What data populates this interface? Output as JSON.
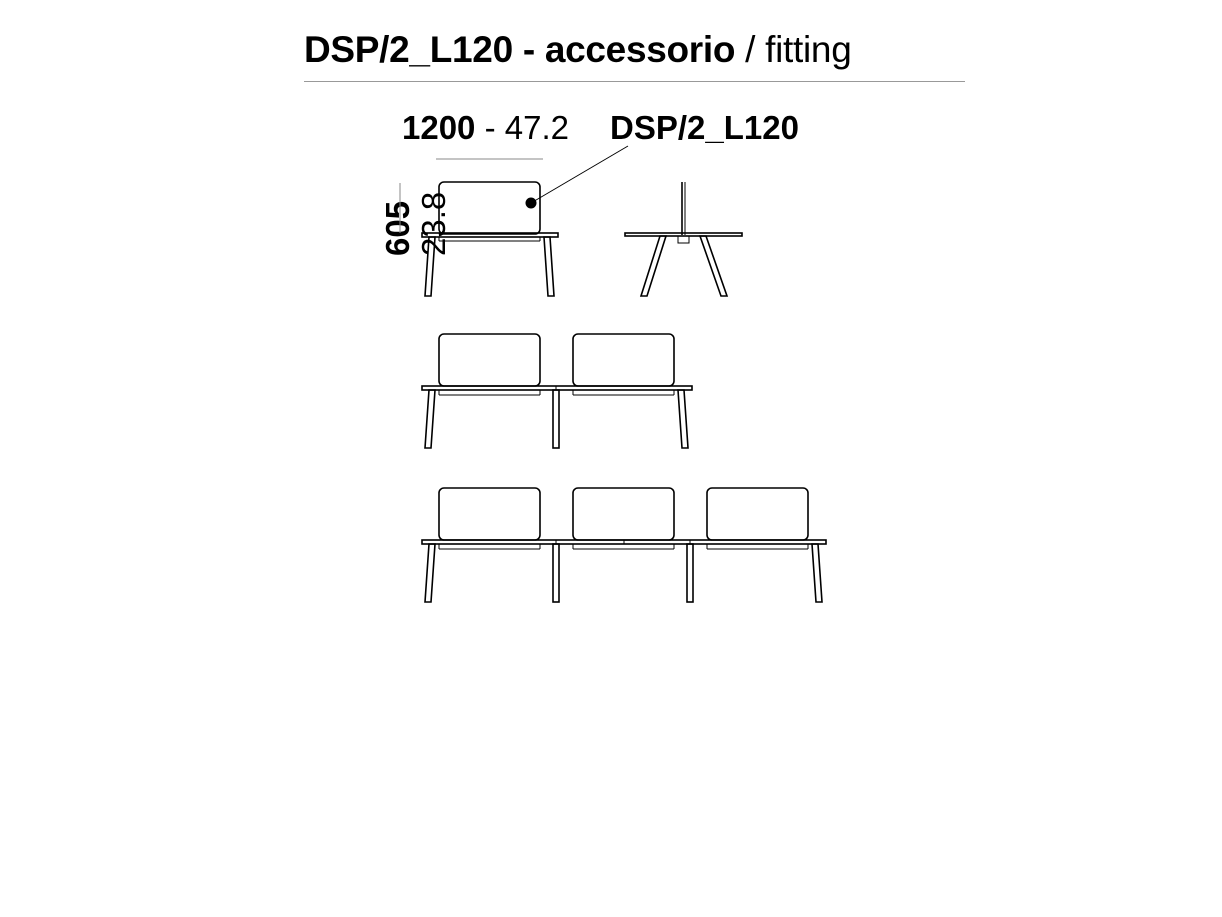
{
  "header": {
    "code": "DSP/2_L120",
    "separator": " - ",
    "name_it": "accessorio",
    "slash": " / ",
    "name_en": "fitting"
  },
  "dimensions": {
    "width_mm": "1200",
    "width_sep": " - ",
    "width_in": "47.2",
    "height_mm": "605",
    "height_in": "23.8"
  },
  "callout": {
    "label": "DSP/2_L120"
  },
  "colors": {
    "line": "#000000",
    "divider": "#999999",
    "dimension_line": "#8a8a8a"
  }
}
